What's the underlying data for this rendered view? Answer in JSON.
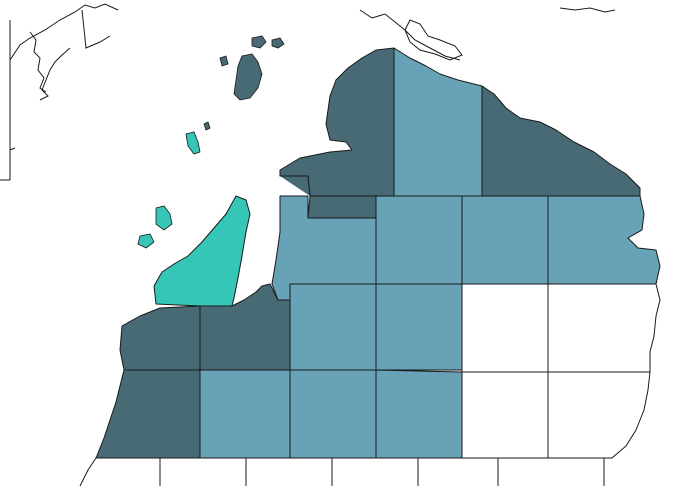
{
  "map": {
    "caption": "",
    "colors": {
      "dark": "#476a75",
      "medium": "#67a2b6",
      "highlight": "#35c6b8",
      "none": "#ffffff",
      "border": "#1a1a1a",
      "background": "#ffffff"
    },
    "categories": [
      {
        "key": "dark",
        "color": "#476a75"
      },
      {
        "key": "medium",
        "color": "#67a2b6"
      },
      {
        "key": "highlight",
        "color": "#35c6b8"
      },
      {
        "key": "none",
        "color": "#ffffff"
      }
    ],
    "region_count": 26
  }
}
